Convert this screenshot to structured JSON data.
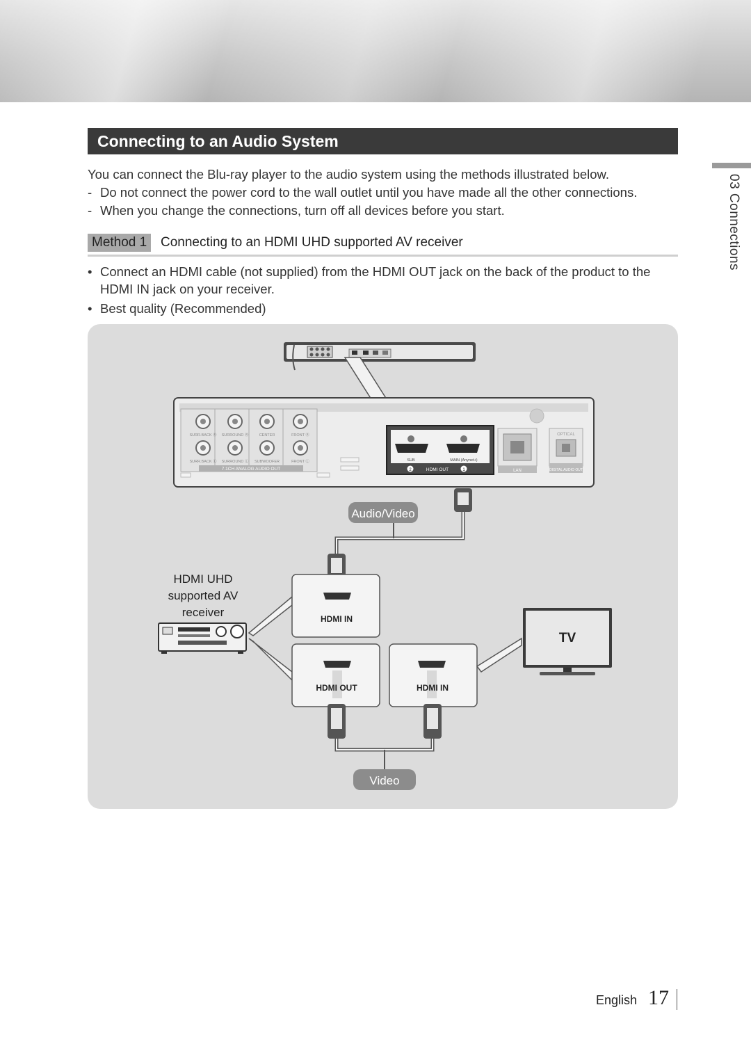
{
  "section_title": "Connecting to an Audio System",
  "intro": {
    "lead": "You can connect the Blu-ray player to the audio system using the methods illustrated below.",
    "dash_items": [
      "Do not connect the power cord to the wall outlet until you have made all the other connections.",
      "When you change the connections, turn off all devices before you start."
    ]
  },
  "method": {
    "badge": "Method 1",
    "title": "Connecting to an HDMI UHD supported AV receiver"
  },
  "bullets": [
    "Connect an HDMI cable (not supplied) from the HDMI OUT jack on the back of the product to the HDMI IN jack on your receiver.",
    "Best quality (Recommended)"
  ],
  "diagram": {
    "panel_labels": {
      "surr_back_r": "SURR.BACK Ⓡ",
      "surround_r": "SURROUND Ⓡ",
      "center": "CENTER",
      "front_r": "FRONT Ⓡ",
      "surr_back_l": "SURR.BACK Ⓛ",
      "surround_l": "SURROUND Ⓛ",
      "subwoofer": "SUBWOOFER",
      "front_l": "FRONT Ⓛ",
      "analog_out": "7.1CH ANALOG AUDIO OUT",
      "sub": "SUB",
      "main": "MAIN (Anynet+)",
      "hdmi_out": "HDMI OUT",
      "num2": "2",
      "num1": "1",
      "lan": "LAN",
      "optical": "OPTICAL",
      "digital_audio_out": "DIGITAL AUDIO OUT"
    },
    "audio_video_label": "Audio/Video",
    "video_label": "Video",
    "receiver_label": [
      "HDMI UHD",
      "supported AV",
      "receiver"
    ],
    "tv_label": "TV",
    "receiver_hdmi_in": "HDMI IN",
    "receiver_hdmi_out": "HDMI OUT",
    "tv_hdmi_in": "HDMI IN"
  },
  "side_tab": "03   Connections",
  "footer": {
    "language": "English",
    "page": "17"
  }
}
